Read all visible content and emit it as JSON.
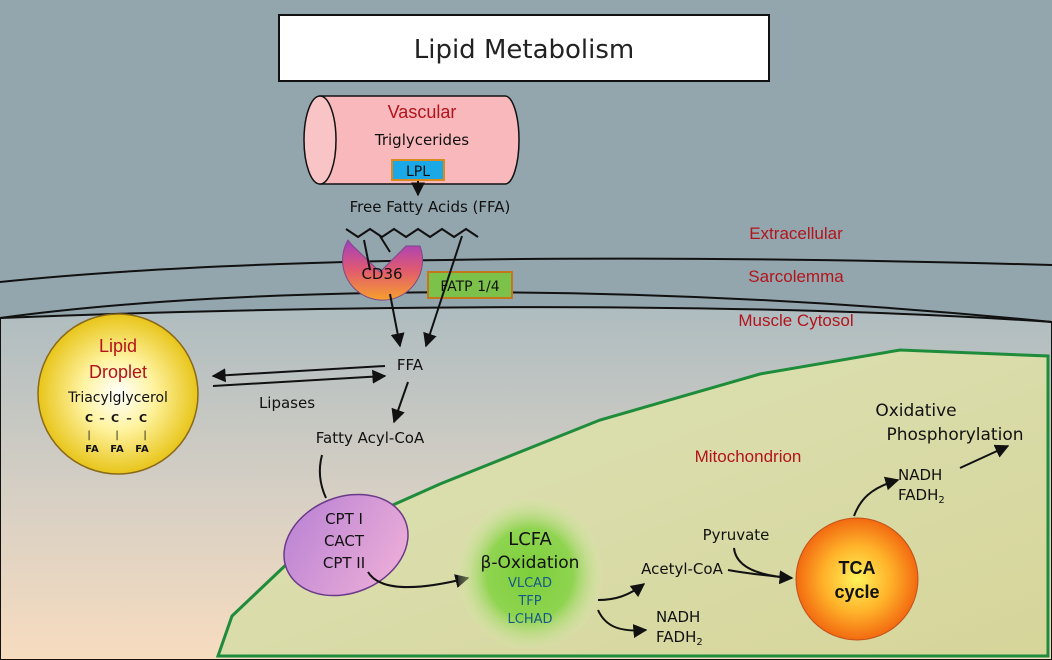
{
  "title": "Lipid Metabolism",
  "vessel": {
    "title": "Vascular",
    "content": "Triglycerides",
    "enzyme": "LPL"
  },
  "ffa_extracellular": "Free Fatty Acids (FFA)",
  "transporters": {
    "cd36": "CD36",
    "fatp": "FATP 1/4"
  },
  "regions": {
    "extracellular": "Extracellular",
    "sarcolemma": "Sarcolemma",
    "cytosol": "Muscle Cytosol",
    "mitochondrion": "Mitochondrion"
  },
  "lipid_droplet": {
    "title_line1": "Lipid",
    "title_line2": "Droplet",
    "content": "Triacylglycerol",
    "backbone": [
      "C",
      "C",
      "C"
    ],
    "dash": "–",
    "fatty_acids": [
      "FA",
      "FA",
      "FA"
    ],
    "bond": "|"
  },
  "lipases": "Lipases",
  "ffa_cytosol": "FFA",
  "fatty_acyl_coa": "Fatty Acyl-CoA",
  "carnitine_shuttle": [
    "CPT I",
    "CACT",
    "CPT II"
  ],
  "beta_oxidation": {
    "line1": "LCFA",
    "line2": "β-Oxidation",
    "enzymes": [
      "VLCAD",
      "TFP",
      "LCHAD"
    ]
  },
  "acetyl_coa": "Acetyl-CoA",
  "pyruvate": "Pyruvate",
  "tca": {
    "line1": "TCA",
    "line2": "cycle"
  },
  "nadh_fadh_beta": {
    "nadh": "NADH",
    "fadh": "FADH",
    "sub": "2"
  },
  "nadh_fadh_tca": {
    "nadh": "NADH",
    "fadh": "FADH",
    "sub": "2"
  },
  "ox_phos": {
    "line1": "Oxidative",
    "line2": "Phosphorylation"
  },
  "colors": {
    "background_top": "#93a6ad",
    "cytosol_bottom": "#f6dcc0",
    "mito_fill": "#d9dca0",
    "mito_border": "#1e8c3a",
    "vessel": "#f9b8bb",
    "lpl": "#1aa9e6",
    "fatp": "#7cc24a",
    "label_red": "#b3141b"
  }
}
